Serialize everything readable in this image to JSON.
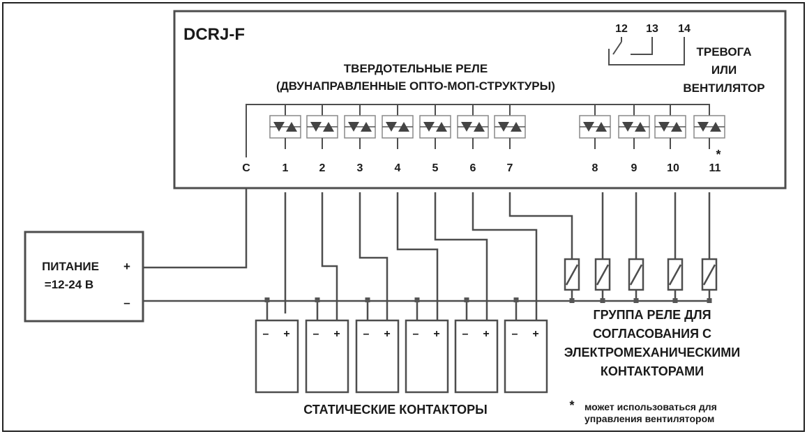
{
  "device_title": "DCRJ-F",
  "relay_heading_line1": "ТВЕРДОТЕЛЬНЫЕ РЕЛЕ",
  "relay_heading_line2": "(ДВУНАПРАВЛЕННЫЕ ОПТО-МОП-СТРУКТУРЫ)",
  "alarm_terminals": [
    "12",
    "13",
    "14"
  ],
  "alarm_label": [
    "ТРЕВОГА",
    "ИЛИ",
    "ВЕНТИЛЯТОР"
  ],
  "common_terminal": "C",
  "output_terminals": [
    "1",
    "2",
    "3",
    "4",
    "5",
    "6",
    "7",
    "8",
    "9",
    "10",
    "11"
  ],
  "asterisk_marker": "*",
  "power_supply": {
    "label_line1": "ПИТАНИЕ",
    "label_line2": "=12-24 В",
    "plus": "+",
    "minus": "–"
  },
  "static_contactor_polarity": {
    "minus": "–",
    "plus": "+"
  },
  "static_contactors_label": "СТАТИЧЕСКИЕ КОНТАКТОРЫ",
  "interface_relays_label": [
    "ГРУППА РЕЛЕ ДЛЯ",
    "СОГЛАСОВАНИЯ С",
    "ЭЛЕКТРОМЕХАНИЧЕСКИМИ",
    "КОНТАКТОРАМИ"
  ],
  "footnote": {
    "marker": "*",
    "line1": "может использоваться для",
    "line2": "управления вентилятором"
  }
}
